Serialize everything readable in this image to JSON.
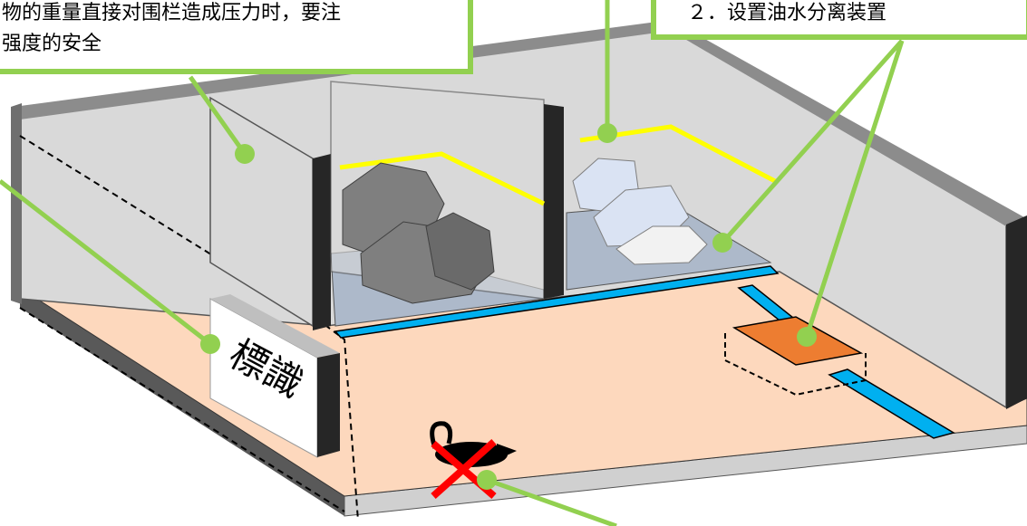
{
  "callouts": {
    "weight_note": {
      "line1": "物的重量直接对围栏造成压力时，要注",
      "line2": "强度的安全"
    },
    "oil_separator": {
      "label": "２．设置油水分离装置"
    }
  },
  "sign": {
    "text": "標識"
  },
  "colors": {
    "callout_border": "#92d050",
    "fence_yellow": "#ffff00",
    "drain_blue": "#00b0f0",
    "floor_peach": "#fdd8bd",
    "separator_orange": "#ed7d31",
    "wall_gray": "#d9d9d9",
    "tray_blue_gray": "#adb9ca"
  },
  "icons": {
    "no_rodents": "rat-icon"
  }
}
